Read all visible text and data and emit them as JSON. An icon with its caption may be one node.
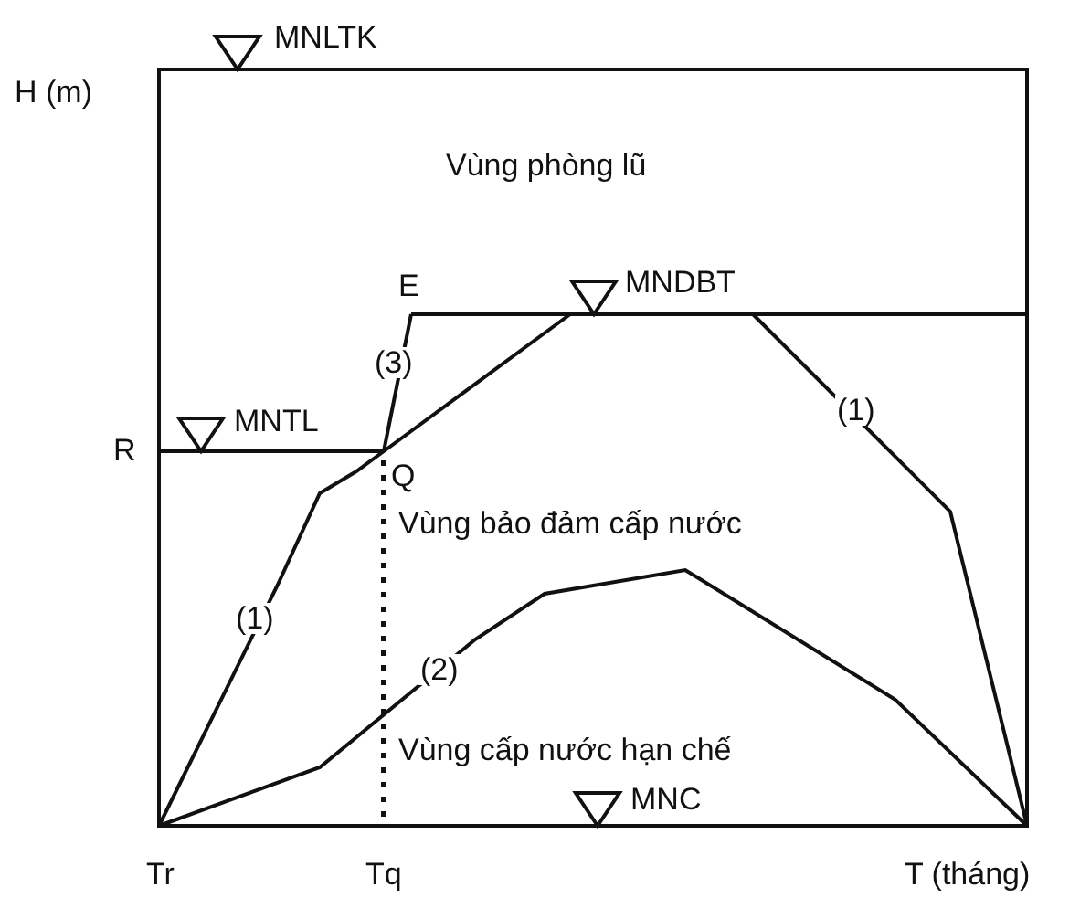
{
  "diagram": {
    "labels": [
      "MNLTK",
      "H (m)",
      "Vùng phòng lũ",
      "E",
      "MNDBT",
      "(3)",
      "MNTL",
      "(1)",
      "R",
      "Q",
      "Vùng bảo đảm cấp nước",
      "(1)",
      "(2)",
      "Vùng cấp nước hạn chế",
      "MNC",
      "Tr",
      "Tq",
      "T (tháng)"
    ]
  }
}
